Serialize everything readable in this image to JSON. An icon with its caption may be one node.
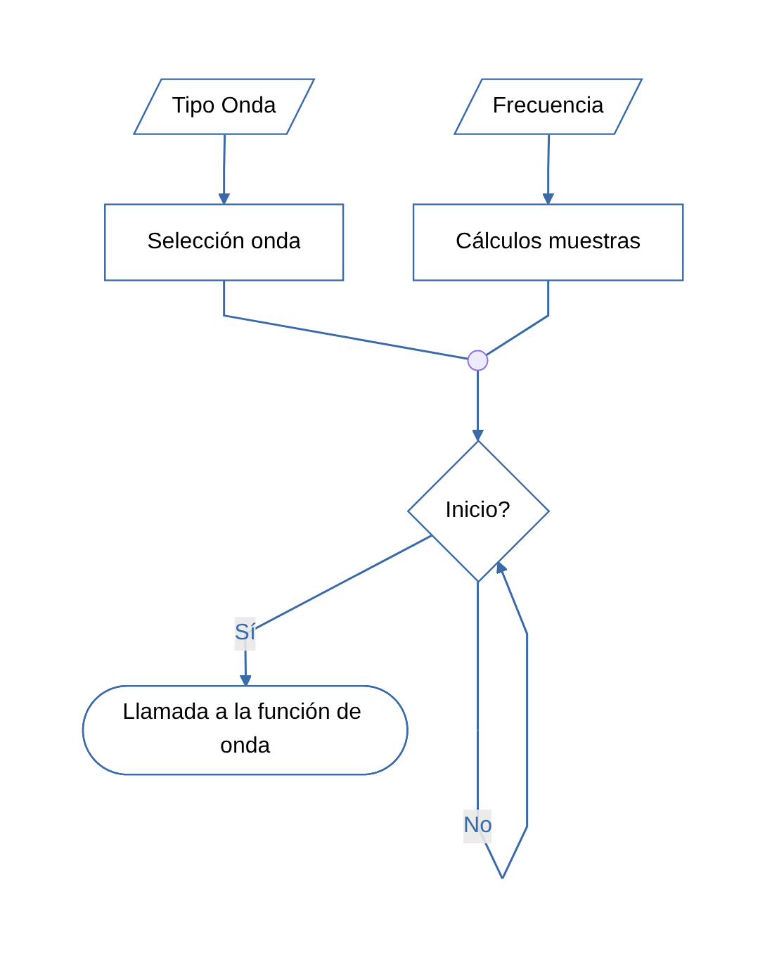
{
  "diagram": {
    "nodes": [
      {
        "text": [
          "Tipo Onda"
        ]
      },
      {
        "text": [
          "Frecuencia"
        ]
      },
      {
        "text": [
          "Selección onda"
        ]
      },
      {
        "text": [
          "Cálculos muestras"
        ]
      },
      {
        "text": [],
        "shape": "circle"
      },
      {
        "text": [
          "Inicio?"
        ]
      },
      {
        "text": [
          "Llamada a la función de onda"
        ]
      }
    ],
    "edges": [
      {
        "from": 0,
        "to": 2,
        "arrow": "to"
      },
      {
        "from": 1,
        "to": 3,
        "arrow": "to"
      },
      {
        "from": 2,
        "to": 4,
        "arrow": "none"
      },
      {
        "from": 3,
        "to": 4,
        "arrow": "none"
      },
      {
        "from": 4,
        "to": 5,
        "arrow": "to"
      },
      {
        "from": 5,
        "to": 5,
        "arrow": "to",
        "label": "No"
      },
      {
        "from": 5,
        "to": 6,
        "arrow": "to",
        "label": "Sí"
      }
    ]
  }
}
